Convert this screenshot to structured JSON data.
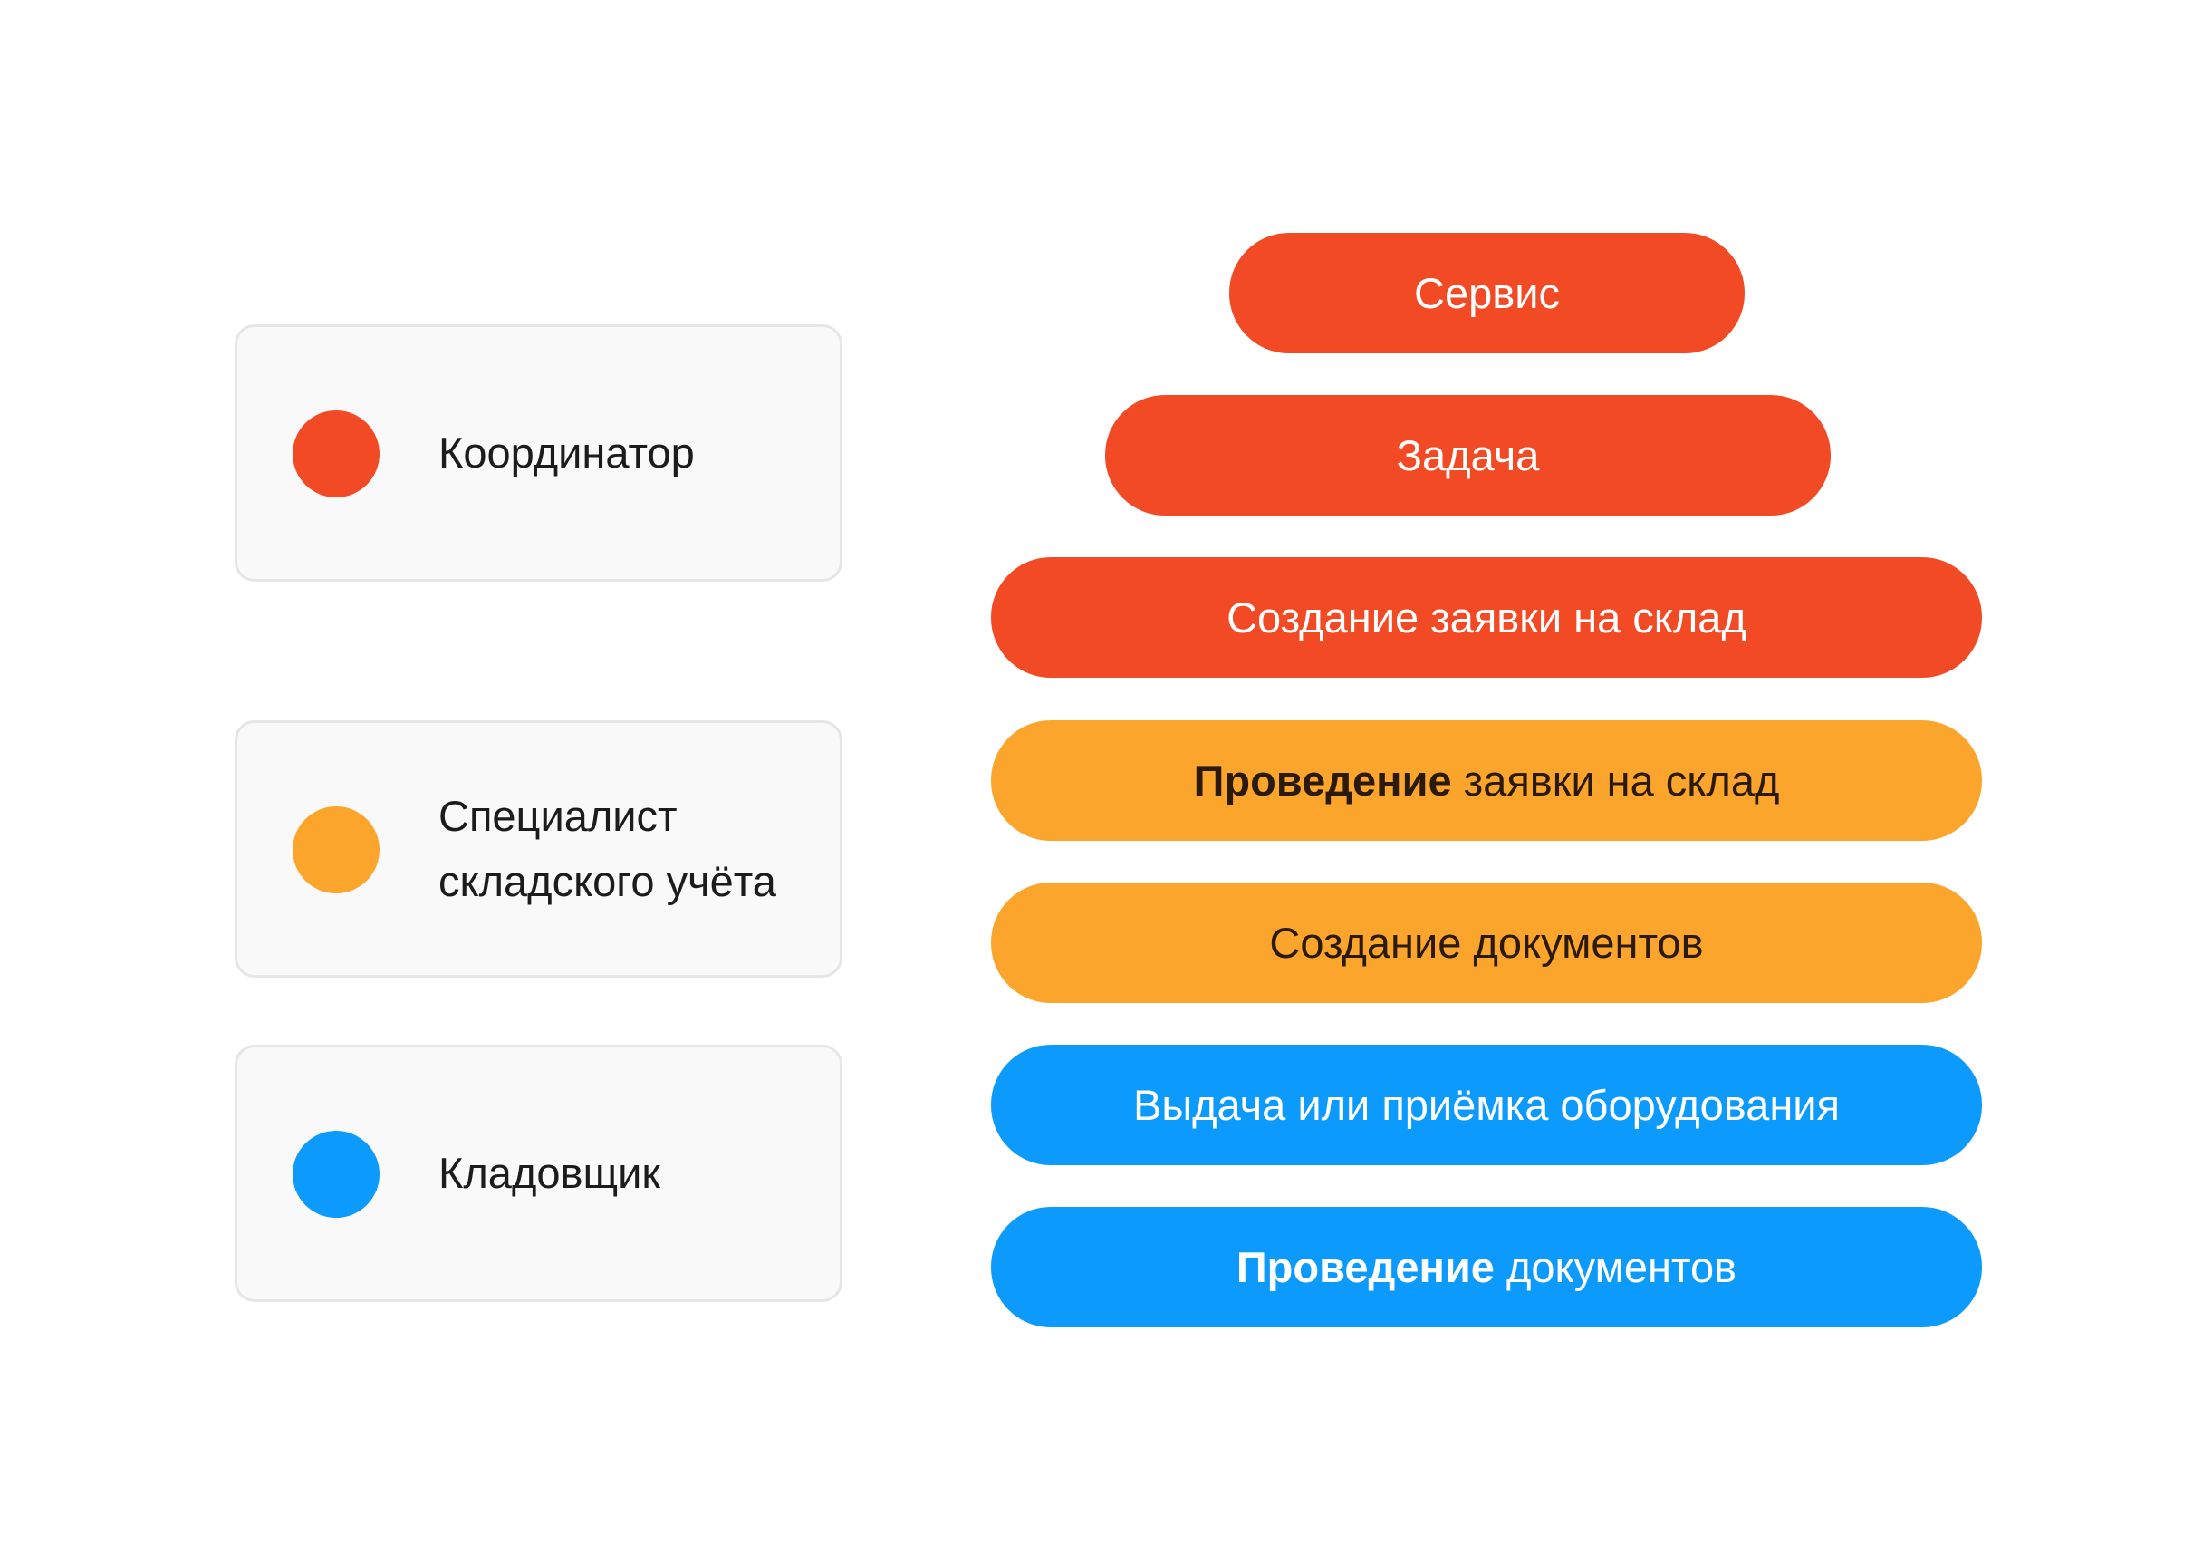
{
  "colors": {
    "coordinator": "#f24a24",
    "specialist": "#fca52c",
    "storekeeper": "#0c9bfd",
    "card_background": "#f9f9f9",
    "card_border": "#e6e6e6",
    "dark_text": "#2b1a0a",
    "light_text": "#ffffff"
  },
  "roles": [
    {
      "name": "Координатор",
      "color": "#f24a24"
    },
    {
      "name": "Специалист\nскладского учёта",
      "color": "#fca52c"
    },
    {
      "name": "Кладовщик",
      "color": "#0c9bfd"
    }
  ],
  "steps": [
    {
      "strong": "",
      "text": "Сервис",
      "role": "coordinator"
    },
    {
      "strong": "",
      "text": "Задача",
      "role": "coordinator"
    },
    {
      "strong": "",
      "text": "Создание заявки на склад",
      "role": "coordinator"
    },
    {
      "strong": "Проведение",
      "text": " заявки на склад",
      "role": "specialist"
    },
    {
      "strong": "",
      "text": "Создание документов",
      "role": "specialist"
    },
    {
      "strong": "",
      "text": "Выдача или приёмка оборудования",
      "role": "storekeeper"
    },
    {
      "strong": "Проведение",
      "text": " документов",
      "role": "storekeeper"
    }
  ]
}
